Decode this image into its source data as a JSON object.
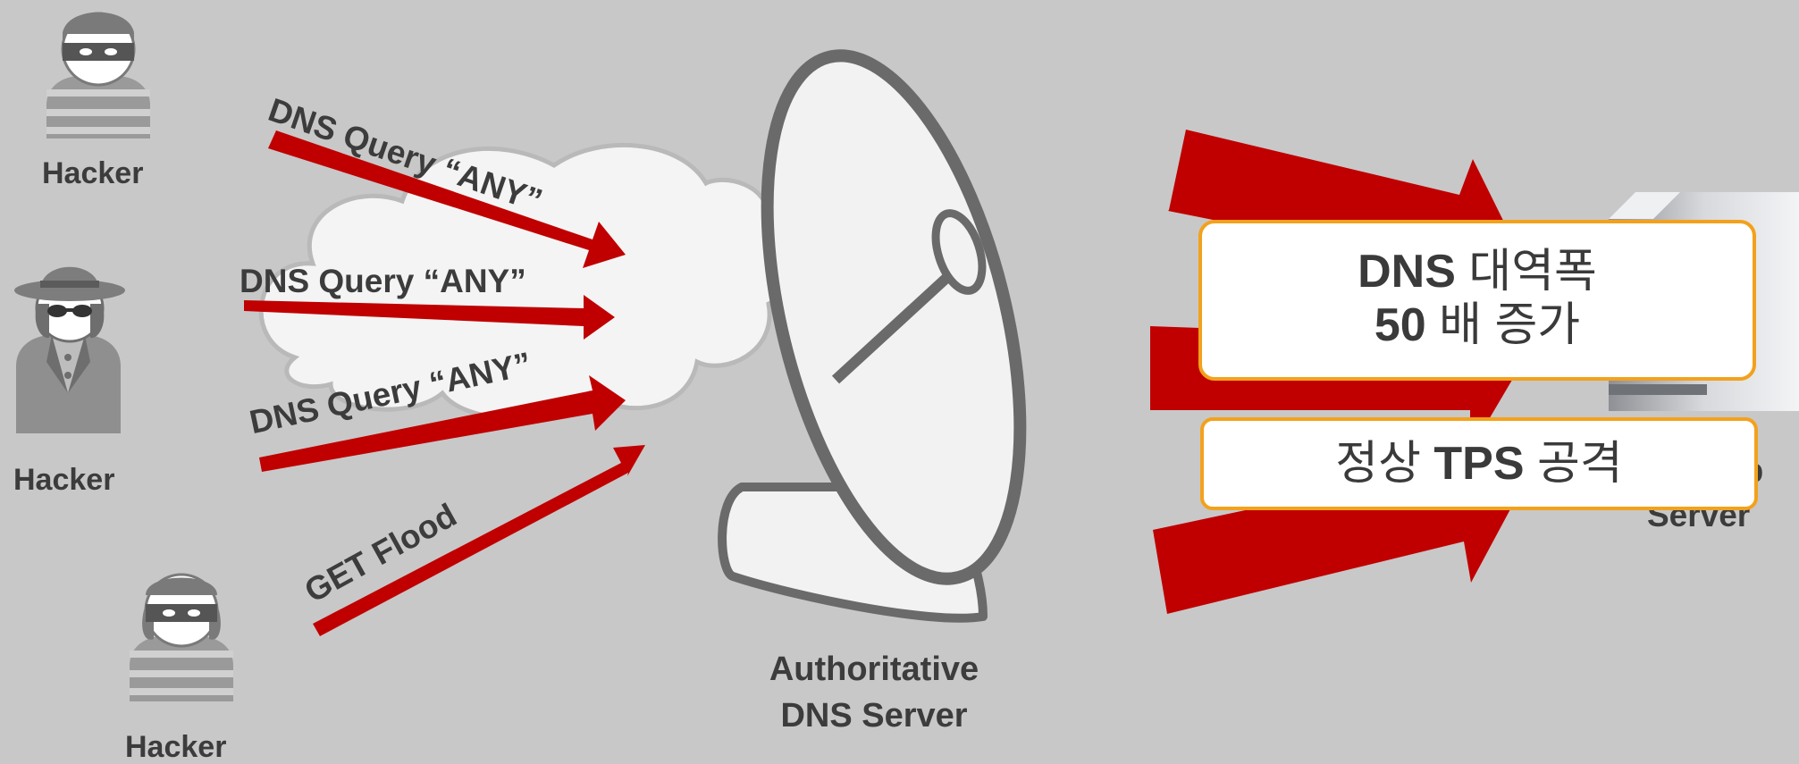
{
  "hackers": [
    {
      "label": "Hacker"
    },
    {
      "label": "Hacker"
    },
    {
      "label": "Hacker"
    }
  ],
  "arrows": [
    {
      "label": "DNS Query “ANY”"
    },
    {
      "label": "DNS Query “ANY”"
    },
    {
      "label": "DNS Query “ANY”"
    },
    {
      "label": "GET Flood"
    }
  ],
  "dns_server": {
    "line1": "Authoritative",
    "line2": "DNS Server"
  },
  "web_server": {
    "line1": "eb",
    "line2": "Server"
  },
  "callouts": {
    "amplify": {
      "line1_bold": "DNS",
      "line1_rest": " 대역폭",
      "line2_bold": "50",
      "line2_rest": " 배 증가"
    },
    "tps": {
      "pre": "정상 ",
      "bold": "TPS",
      "post": " 공격"
    }
  },
  "colors": {
    "background": "#c8c8c8",
    "arrow_red": "#c00000",
    "callout_border": "#f3a11c",
    "text": "#3c3c3c"
  }
}
